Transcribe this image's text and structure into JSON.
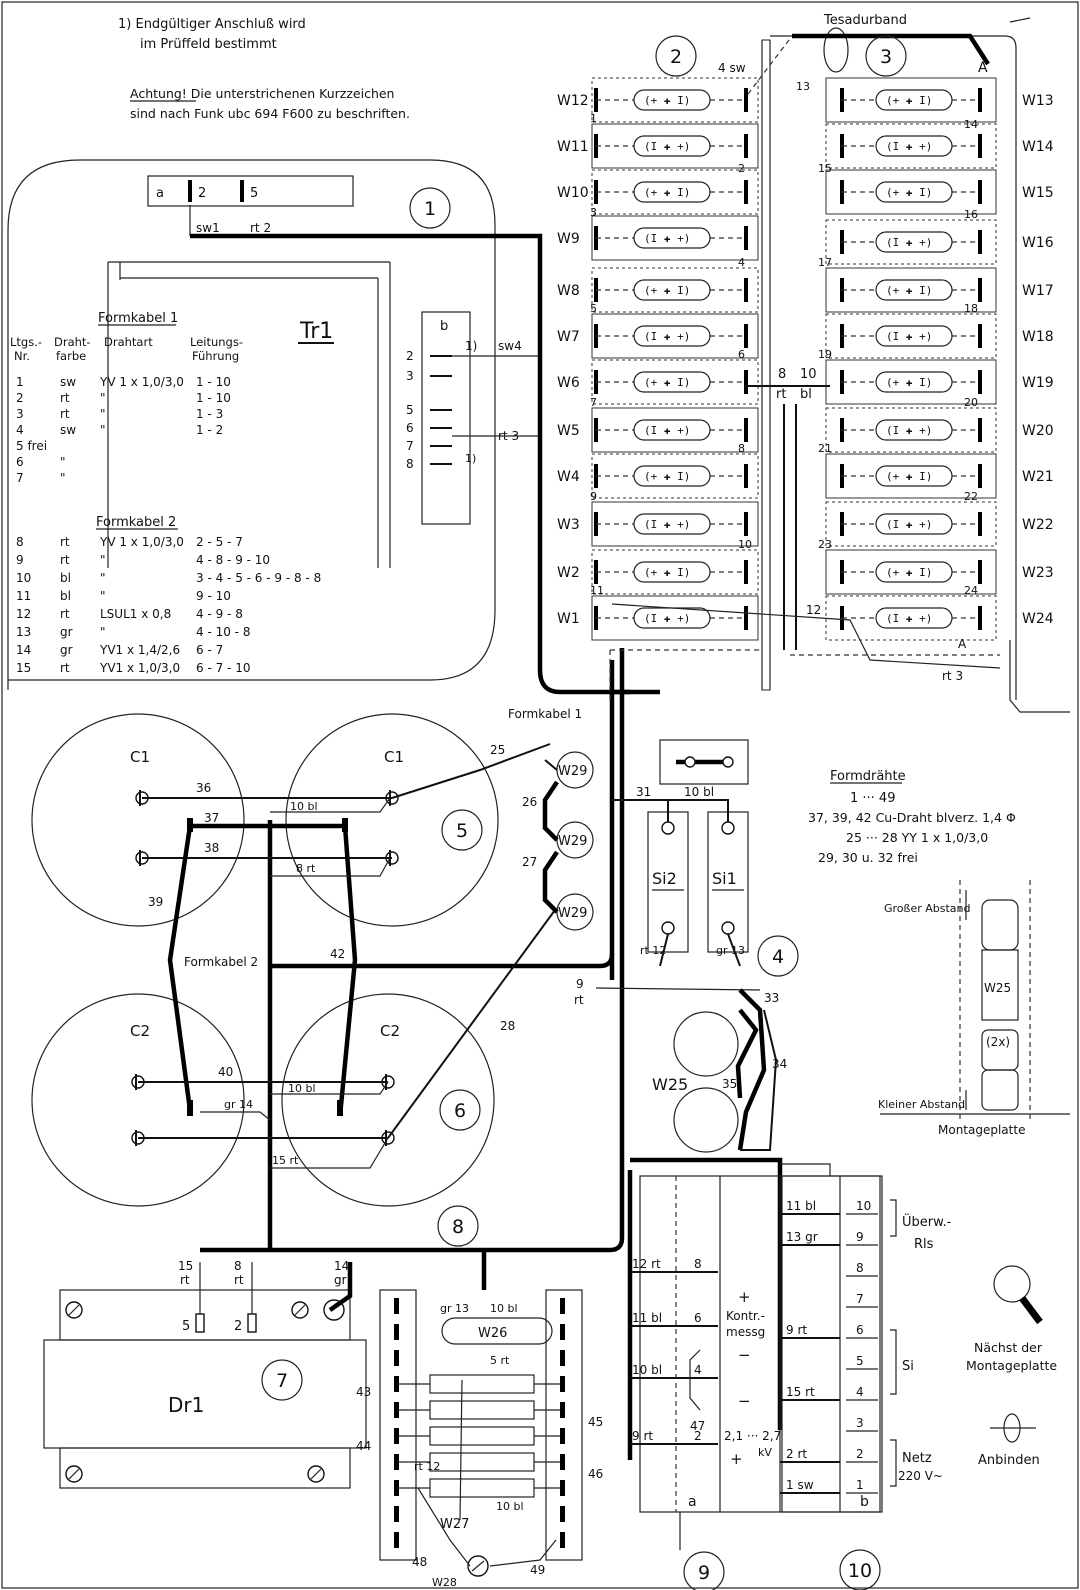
{
  "notes": {
    "note1": "1) Endgültiger Anschluß wird",
    "note1b": "im Prüffeld bestimmt",
    "achtung1": "Achtung! Die unterstrichenen Kurzzeichen",
    "achtung2": "sind nach Funk ubc 694 F600 zu beschriften."
  },
  "tesaband": "Tesadurband",
  "circled": [
    "1",
    "2",
    "3",
    "4",
    "5",
    "6",
    "7",
    "8",
    "9",
    "10"
  ],
  "tr1": {
    "label": "Tr1",
    "block_a": {
      "label": "a",
      "pins": [
        "2",
        "5"
      ],
      "wires": [
        "sw1",
        "rt 2"
      ]
    },
    "block_b": {
      "label": "b",
      "pins": [
        "2",
        "3",
        "5",
        "6",
        "7",
        "8"
      ],
      "note": "1)",
      "wires": [
        "sw4",
        "rt 3"
      ]
    }
  },
  "formkabel1": {
    "title": "Formkabel 1",
    "headers": [
      "Ltgs.-",
      "Nr.",
      "Draht-",
      "farbe",
      "Drahtart",
      "Leitungs-",
      "Führung"
    ],
    "rows": [
      [
        "1",
        "sw",
        "YV 1 x 1,0/3,0",
        "1 - 10"
      ],
      [
        "2",
        "rt",
        "\"",
        "1 - 10"
      ],
      [
        "3",
        "rt",
        "\"",
        "1 - 3"
      ],
      [
        "4",
        "sw",
        "\"",
        "1 - 2"
      ],
      [
        "5 frei",
        "",
        "",
        ""
      ],
      [
        "6",
        "\"",
        "",
        ""
      ],
      [
        "7",
        "\"",
        "",
        ""
      ]
    ]
  },
  "formkabel2": {
    "title": "Formkabel 2",
    "rows": [
      [
        "8",
        "rt",
        "YV 1 x 1,0/3,0",
        "2 - 5 - 7"
      ],
      [
        "9",
        "rt",
        "\"",
        "4 - 8 - 9 - 10"
      ],
      [
        "10",
        "bl",
        "\"",
        "3 - 4 - 5 - 6 - 9 - 8 - 8"
      ],
      [
        "11",
        "bl",
        "\"",
        "9 - 10"
      ],
      [
        "12",
        "rt",
        "LSUL1 x 0,8",
        "4 - 9 - 8"
      ],
      [
        "13",
        "gr",
        "\"",
        "4 - 10 - 8"
      ],
      [
        "14",
        "gr",
        "YV1 x 1,4/2,6",
        "6 - 7"
      ],
      [
        "15",
        "rt",
        "YV1 x 1,0/3,0",
        "6 - 7 - 10"
      ]
    ]
  },
  "w_left": [
    "W12",
    "W11",
    "W10",
    "W9",
    "W8",
    "W7",
    "W6",
    "W5",
    "W4",
    "W3",
    "W2",
    "W1"
  ],
  "w_right": [
    "W13",
    "W14",
    "W15",
    "W16",
    "W17",
    "W18",
    "W19",
    "W20",
    "W21",
    "W22",
    "W23",
    "W24"
  ],
  "rack_numbers_left": [
    "1",
    "2",
    "3",
    "4",
    "5",
    "6",
    "7",
    "8",
    "9",
    "10",
    "11"
  ],
  "rack_numbers_right": [
    "13",
    "14",
    "15",
    "16",
    "17",
    "18",
    "19",
    "20",
    "21",
    "22",
    "23",
    "24"
  ],
  "rack_misc": {
    "sw4": "4 sw",
    "n8": "8",
    "n10": "10",
    "rt": "rt",
    "bl": "bl",
    "n12": "12",
    "A": "A",
    "rt3": "rt 3"
  },
  "caps": {
    "c1a": "C1",
    "c1b": "C1",
    "c2a": "C2",
    "c2b": "C2"
  },
  "cap_wires": {
    "n36": "36",
    "n37": "37",
    "n38": "38",
    "n39": "39",
    "n40": "40",
    "n42": "42",
    "w10bl": "10 bl",
    "w8rt": "8 rt",
    "w10bl2": "10 bl",
    "wgr14": "gr 14",
    "w15rt": "15 rt"
  },
  "formkabel_labels": {
    "fk1": "Formkabel 1",
    "fk2": "Formkabel 2"
  },
  "w29": [
    "W29",
    "W29",
    "W29"
  ],
  "w29_nums": [
    "25",
    "26",
    "27",
    "28"
  ],
  "fuses": {
    "si2": "Si2",
    "si1": "Si1",
    "n31": "31",
    "w10bl": "10 bl",
    "rt12": "rt 12",
    "gr13": "gr 13",
    "n9": "9",
    "rt": "rt",
    "n33": "33",
    "n34": "34",
    "n35": "35",
    "w25": "W25"
  },
  "formdraehte": {
    "title": "Formdrähte",
    "l1": "1 ··· 49",
    "l2": "37, 39, 42 Cu-Draht blverz. 1,4 Φ",
    "l3": "25 ··· 28 YY 1 x 1,0/3,0",
    "l4": "29, 30 u. 32 frei"
  },
  "detail": {
    "gross": "Großer Abstand",
    "w25": "W25",
    "x2": "(2x)",
    "klein": "Kleiner Abstand",
    "montage": "Montageplatte"
  },
  "dr1": {
    "label": "Dr1",
    "pins": [
      "5",
      "2"
    ],
    "top": [
      [
        "15",
        "rt"
      ],
      [
        "8",
        "rt"
      ],
      [
        "14",
        "gr"
      ]
    ]
  },
  "w26_block": {
    "w26": "W26",
    "w27": "W27",
    "w28": "W28",
    "gr13": "gr 13",
    "w10bl": "10 bl",
    "w5rt": "5 rt",
    "rt12": "rt 12",
    "w10bl2": "10 bl",
    "n43": "43",
    "n44": "44",
    "n45": "45",
    "n46": "46",
    "n48": "48",
    "n49": "49"
  },
  "panel9": {
    "rows": [
      [
        "12 rt",
        "8"
      ],
      [
        "11 bl",
        "6"
      ],
      [
        "10 bl",
        "4"
      ],
      [
        "9 rt",
        "2"
      ]
    ],
    "n47": "47",
    "a": "a",
    "kontr": "Kontr.-",
    "messg": "messg",
    "plus": "+",
    "minus": "−",
    "kv1": "2,1 ··· 2,7",
    "kv2": "kV"
  },
  "panel10": {
    "rows": [
      [
        "11 bl",
        "10"
      ],
      [
        "13 gr",
        "9"
      ],
      [
        "",
        "8"
      ],
      [
        "",
        "7"
      ],
      [
        "9 rt",
        "6"
      ],
      [
        "",
        "5"
      ],
      [
        "15 rt",
        "4"
      ],
      [
        "",
        "3"
      ],
      [
        "2 rt",
        "2"
      ],
      [
        "1 sw",
        "1"
      ]
    ],
    "b": "b",
    "uberw": "Überw.-",
    "rls": "Rls",
    "si": "Si",
    "netz": "Netz",
    "v220": "220 V~"
  },
  "legend": {
    "naechst1": "Nächst der",
    "naechst2": "Montageplatte",
    "anbinden": "Anbinden"
  }
}
